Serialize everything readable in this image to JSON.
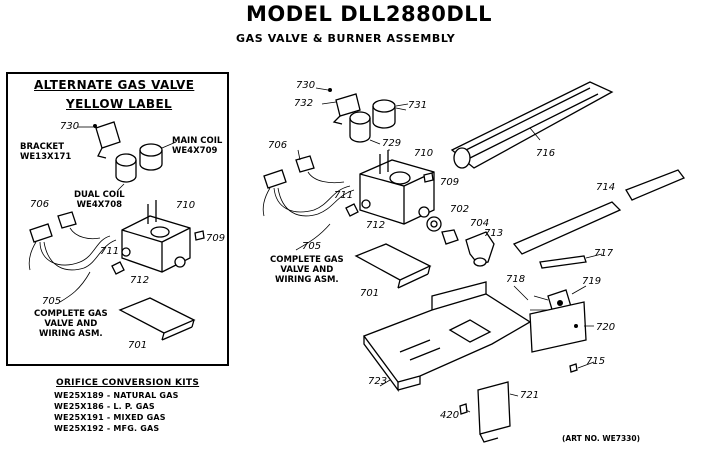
{
  "header": {
    "title": "MODEL DLL2880DLL",
    "subtitle": "GAS VALVE & BURNER ASSEMBLY",
    "corner_left": "",
    "corner_right": ""
  },
  "alternate": {
    "title": "ALTERNATE GAS VALVE",
    "subtitle": "YELLOW LABEL",
    "bracket_1": "BRACKET",
    "bracket_2": "WE13X171",
    "main_coil_1": "MAIN COIL",
    "main_coil_2": "WE4X709",
    "dual_coil_1": "DUAL COIL",
    "dual_coil_2": "WE4X708",
    "complete_1": "COMPLETE GAS",
    "complete_2": "VALVE AND",
    "complete_3": "WIRING ASM.",
    "parts": {
      "p730": "730",
      "p706": "706",
      "p710": "710",
      "p709": "709",
      "p711": "711",
      "p712": "712",
      "p705": "705",
      "p701": "701"
    }
  },
  "main": {
    "complete_1": "COMPLETE GAS",
    "complete_2": "VALVE AND",
    "complete_3": "WIRING ASM.",
    "parts": {
      "p730": "730",
      "p732": "732",
      "p731": "731",
      "p729": "729",
      "p716": "716",
      "p706": "706",
      "p710": "710",
      "p709": "709",
      "p711": "711",
      "p712": "712",
      "p702": "702",
      "p704": "704",
      "p713": "713",
      "p714": "714",
      "p717": "717",
      "p705": "705",
      "p701": "701",
      "p718": "718",
      "p719": "719",
      "p720": "720",
      "p723": "723",
      "p715": "715",
      "p420": "420",
      "p721": "721"
    }
  },
  "kits": {
    "title": "ORIFICE CONVERSION KITS",
    "items": [
      "WE25X189 - NATURAL GAS",
      "WE25X186 - L. P. GAS",
      "WE25X191 - MIXED GAS",
      "WE25X192 - MFG. GAS"
    ]
  },
  "art_no": "(ART NO. WE7330)"
}
